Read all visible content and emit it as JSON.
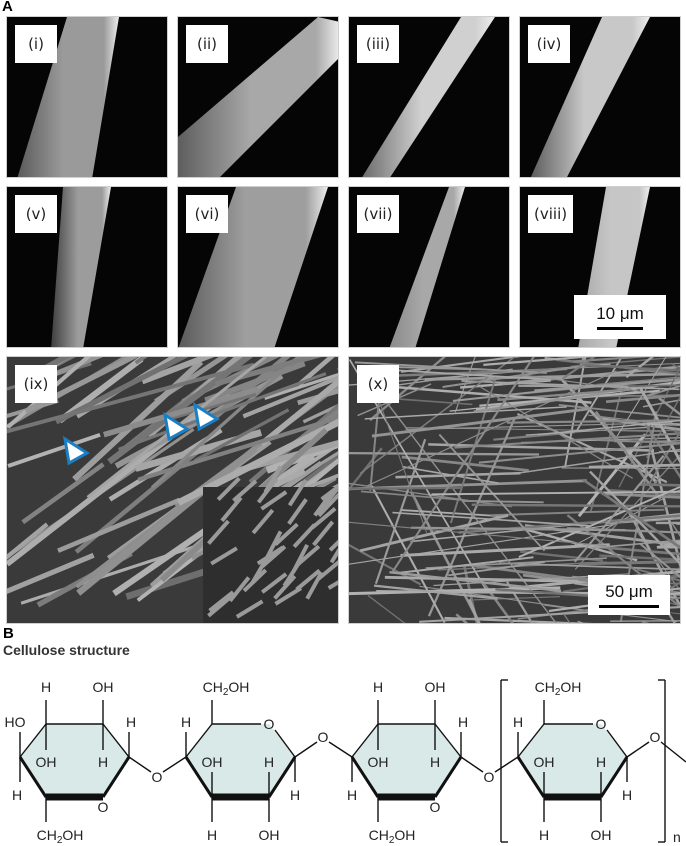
{
  "figure": {
    "panel_a_label": "A",
    "panel_b_label": "B",
    "sem_panels": [
      {
        "tag": "(i)"
      },
      {
        "tag": "(ii)"
      },
      {
        "tag": "(iii)"
      },
      {
        "tag": "(iv)"
      },
      {
        "tag": "(v)"
      },
      {
        "tag": "(vi)"
      },
      {
        "tag": "(vii)"
      },
      {
        "tag": "(viii)"
      },
      {
        "tag": "(ix)"
      },
      {
        "tag": "(x)"
      }
    ],
    "scale_bar_small": "10 μm",
    "scale_bar_large": "50 μm",
    "arrow_color": "#1a7fc4",
    "structure": {
      "title": "Cellulose structure",
      "ring_fill": "#d8e9e8",
      "repeat_subscript": "n",
      "labels": {
        "H": "H",
        "OH": "OH",
        "HO": "HO",
        "O": "O",
        "CH2OH_main": "CH",
        "CH2OH_sub": "2",
        "CH2OH_tail": "OH"
      }
    }
  }
}
